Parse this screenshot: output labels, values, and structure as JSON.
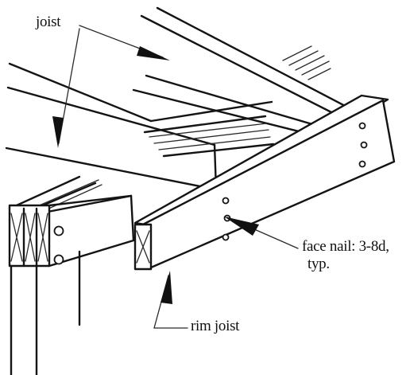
{
  "labels": {
    "joist": "joist",
    "face_nail_line1": "face nail: 3-8d,",
    "face_nail_line2": "typ.",
    "rim_joist": "rim joist"
  },
  "colors": {
    "ink": "#141414",
    "background": "#ffffff"
  }
}
